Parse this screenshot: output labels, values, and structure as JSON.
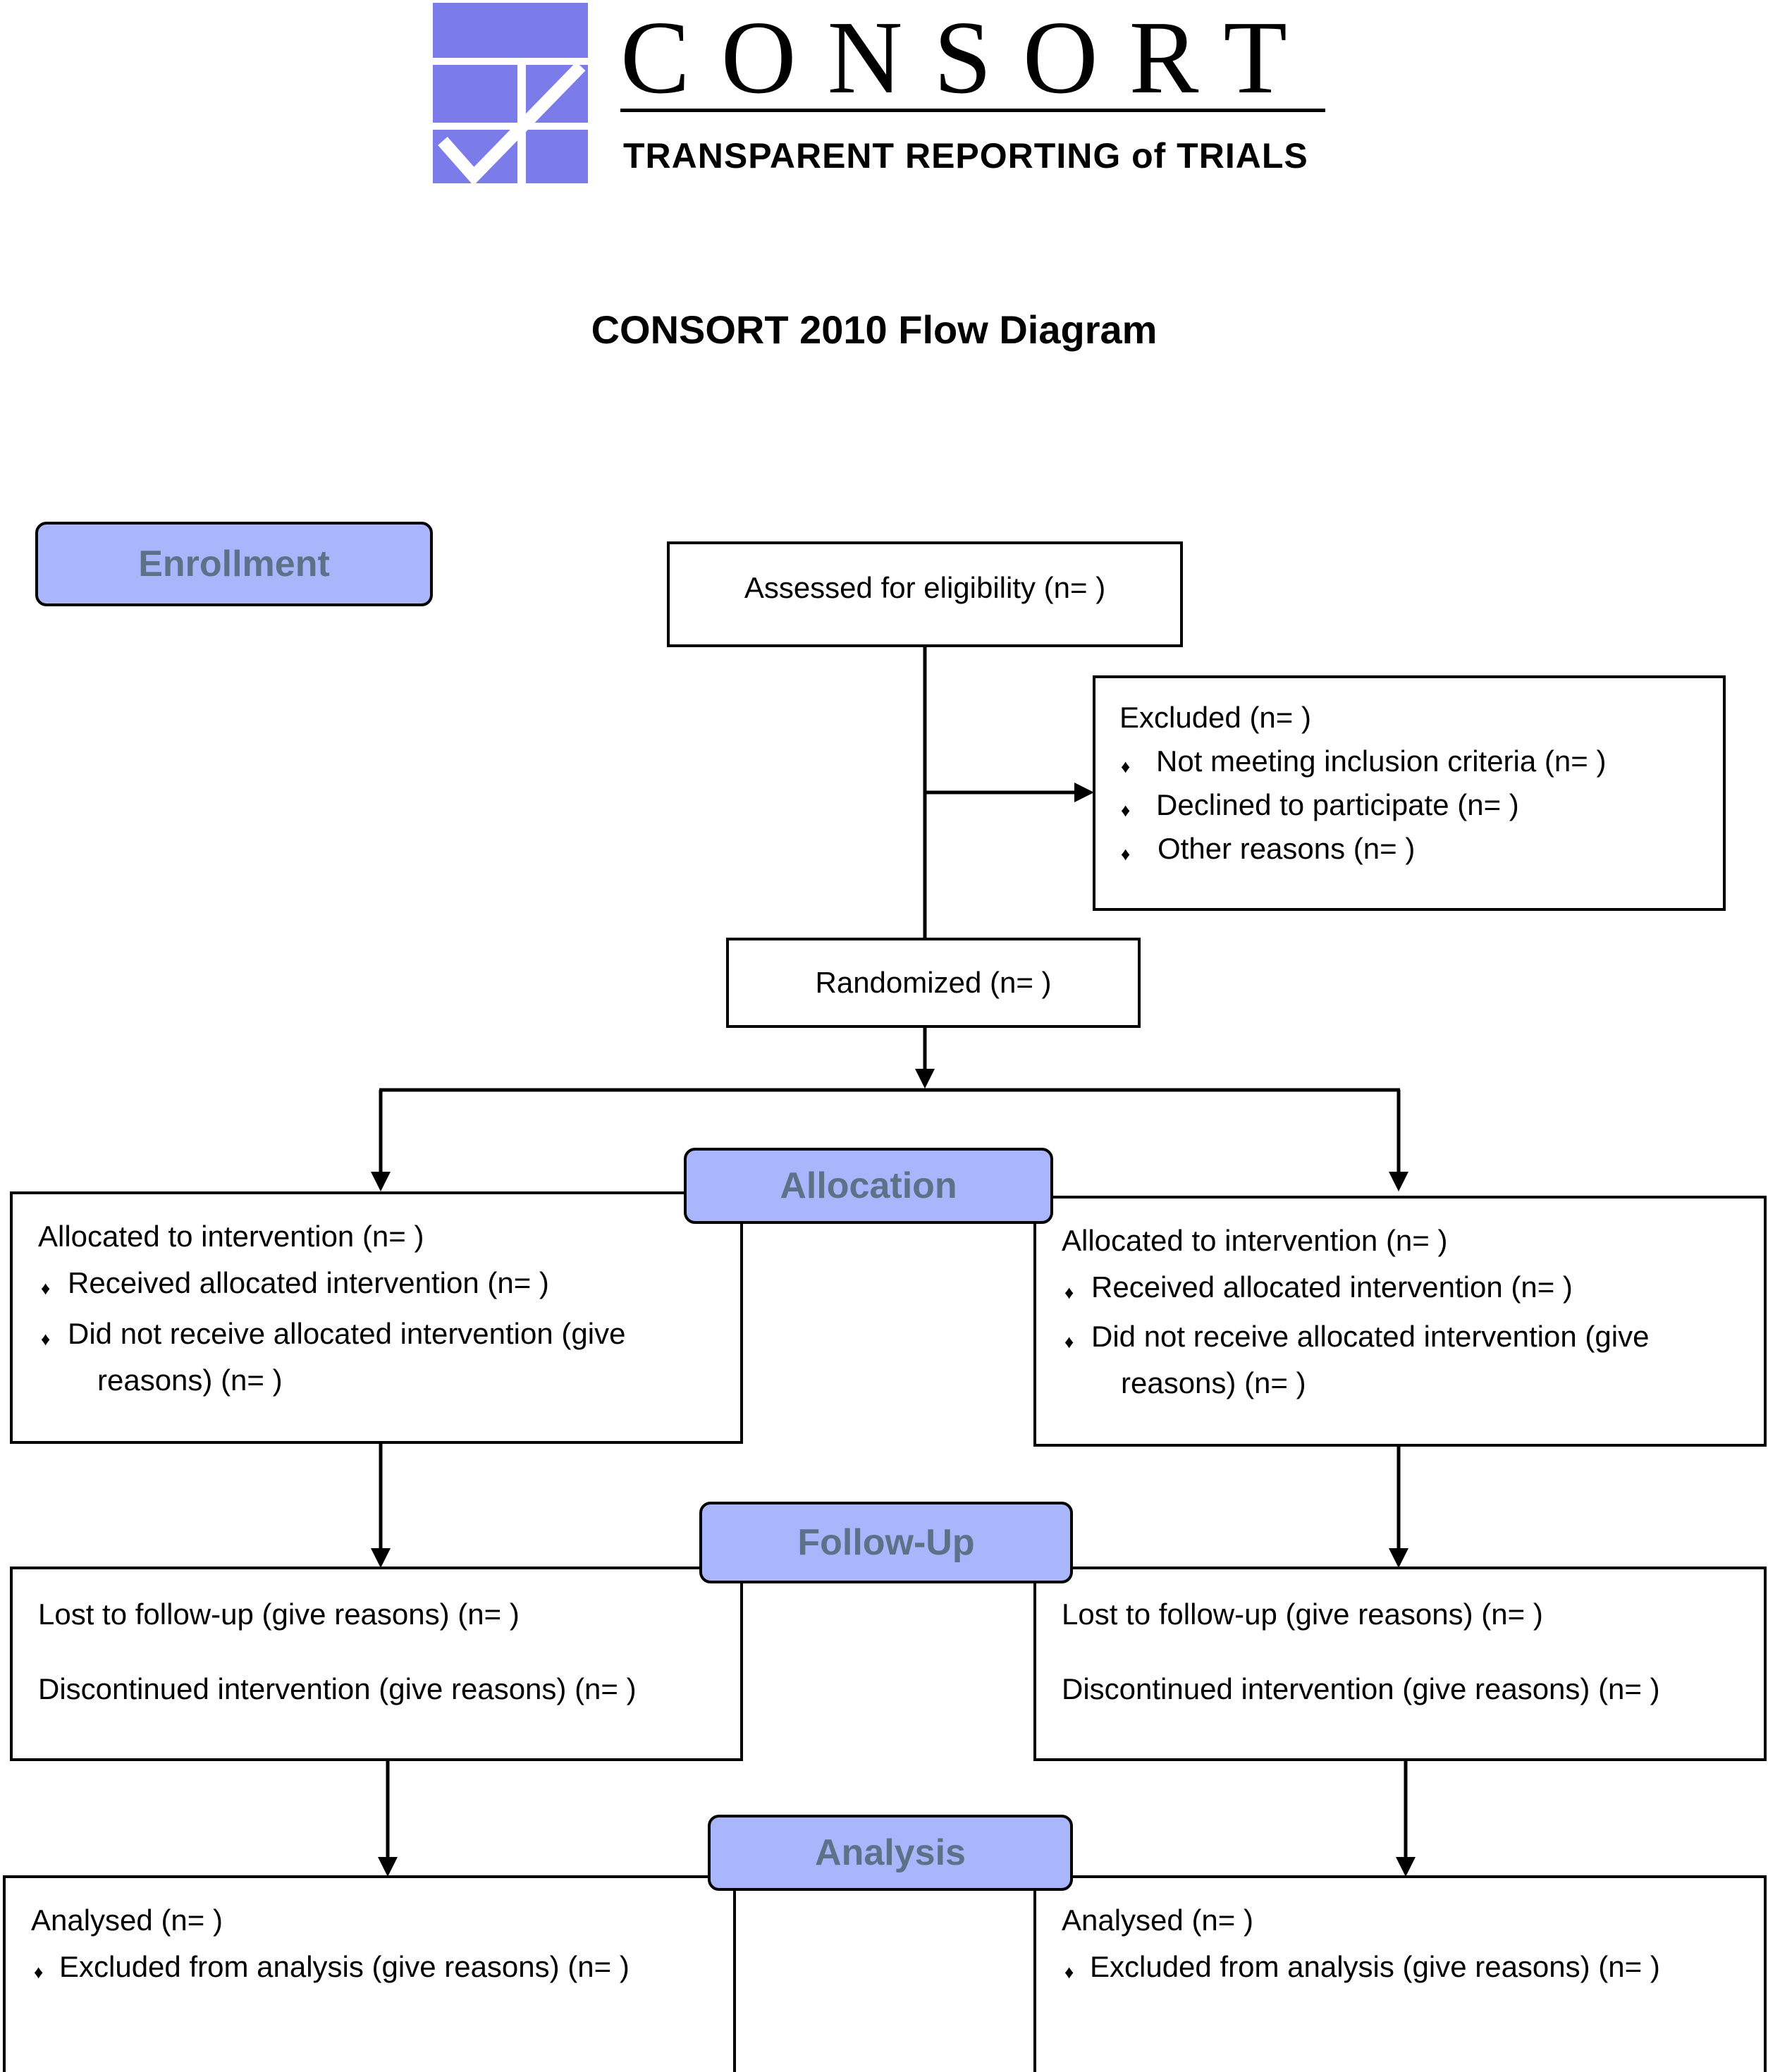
{
  "brand": {
    "wordmark": "CONSORT",
    "tagline": "TRANSPARENT REPORTING of TRIALS",
    "logo_color": "#7b7bea"
  },
  "title": "CONSORT 2010 Flow Diagram",
  "stages": {
    "enrollment": "Enrollment",
    "allocation": "Allocation",
    "follow_up": "Follow-Up",
    "analysis": "Analysis",
    "fill_color": "#a9b6fb",
    "text_color": "#5d7288"
  },
  "assessed": "Assessed for eligibility (n=  )",
  "excluded": {
    "heading": "Excluded  (n=   )",
    "items": [
      "Not meeting inclusion criteria (n=  )",
      "Declined to participate (n=  )",
      "Other reasons (n=  )"
    ]
  },
  "randomized": "Randomized (n=  )",
  "arms": [
    {
      "allocated": "Allocated to intervention (n=  )",
      "received": "Received allocated intervention (n=  )",
      "not_received_1": "Did not receive allocated intervention (give",
      "not_received_2": "reasons) (n=  )",
      "lost": "Lost to follow-up (give reasons) (n=  )",
      "discontinued": "Discontinued intervention (give reasons) (n=  )",
      "analysed": "Analysed  (n=  )",
      "excluded_analysis": "Excluded from analysis (give reasons) (n=  )"
    },
    {
      "allocated": "Allocated to intervention (n=  )",
      "received": "Received allocated intervention (n=  )",
      "not_received_1": "Did not receive allocated intervention (give",
      "not_received_2": "reasons) (n=  )",
      "lost": "Lost to follow-up (give reasons) (n=  )",
      "discontinued": "Discontinued intervention (give reasons) (n=  )",
      "analysed": "Analysed  (n=  )",
      "excluded_analysis": "Excluded from analysis (give reasons) (n=  )"
    }
  ],
  "bullet_glyph": "♦"
}
